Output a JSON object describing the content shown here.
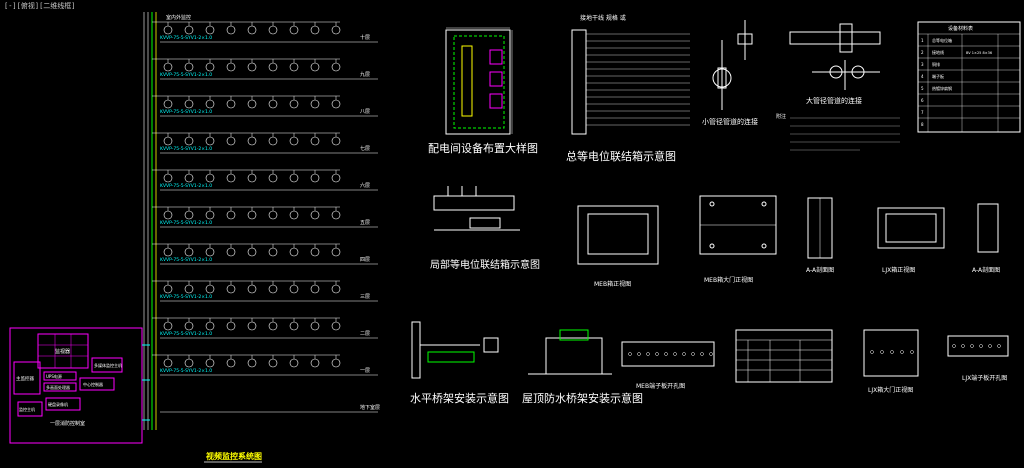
{
  "viewport_label": "[-][俯视][二维线框]",
  "colors": {
    "background": "#000000",
    "line": "#ffffff",
    "trunk": "#00ff00",
    "cable": "#00ffff",
    "title": "#ffffff",
    "accent": "#ffff00",
    "magenta": "#ff00ff",
    "green": "#00ff00"
  },
  "riser": {
    "title": "视频监控系统图",
    "floors": [
      "十层",
      "九层",
      "八层",
      "七层",
      "六层",
      "五层",
      "四层",
      "三层",
      "二层",
      "一层",
      "地下室层"
    ],
    "cable_spec": "KVVP-75-5-SYV1-2×1.0",
    "top_label": "室内外监控",
    "room": {
      "left_box": "主监控器",
      "monitor": "监视器",
      "items": [
        "硬盘录像机",
        "中心控制器",
        "多画面处理器",
        "多媒体监控主机",
        "监控主机",
        "UPS电源"
      ],
      "bottom": "一层消防控制室"
    }
  },
  "sections": {
    "distribution_room": {
      "title": "配电间设备布置大样图"
    },
    "main_bonding": {
      "title": "总等电位联结箱示意图",
      "header": "接地干线 规格 或"
    },
    "pipe_small": {
      "title": "小管径管道的连接"
    },
    "pipe_large": {
      "title": "大管径管道的连接"
    },
    "local_bonding": {
      "title": "局部等电位联结箱示意图"
    },
    "meb_front": {
      "title": "MEB箱正视图"
    },
    "meb_door": {
      "title": "MEB箱大门正视图"
    },
    "aa1": {
      "title": "A-A剖面图"
    },
    "ljx_front": {
      "title": "LJX箱正视图"
    },
    "aa2": {
      "title": "A-A剖面图"
    },
    "tray_horizontal": {
      "title": "水平桥架安装示意图"
    },
    "tray_roof": {
      "title": "屋顶防水桥架安装示意图"
    },
    "meb_terminal": {
      "title": "MEB端子板开孔图"
    },
    "ljx_door": {
      "title": "LJX箱大门正视图"
    },
    "ljx_terminal": {
      "title": "LJX端子板开孔图"
    }
  },
  "material_table": {
    "title": "设备材料表",
    "rows": [
      [
        "1",
        "总等电位箱",
        "",
        "",
        "",
        ""
      ],
      [
        "2",
        "接地线",
        "BV 1×25 8×36",
        "",
        "",
        ""
      ],
      [
        "3",
        "铜排",
        "",
        "",
        "",
        ""
      ],
      [
        "4",
        "端子板",
        "",
        "",
        "",
        ""
      ],
      [
        "5",
        "热镀锌扁钢",
        "",
        "",
        "",
        ""
      ],
      [
        "6",
        "",
        "",
        "",
        "",
        ""
      ],
      [
        "7",
        "",
        "",
        "",
        "",
        ""
      ],
      [
        "8",
        "",
        "",
        "",
        "",
        ""
      ]
    ]
  },
  "notes_title": "附注"
}
